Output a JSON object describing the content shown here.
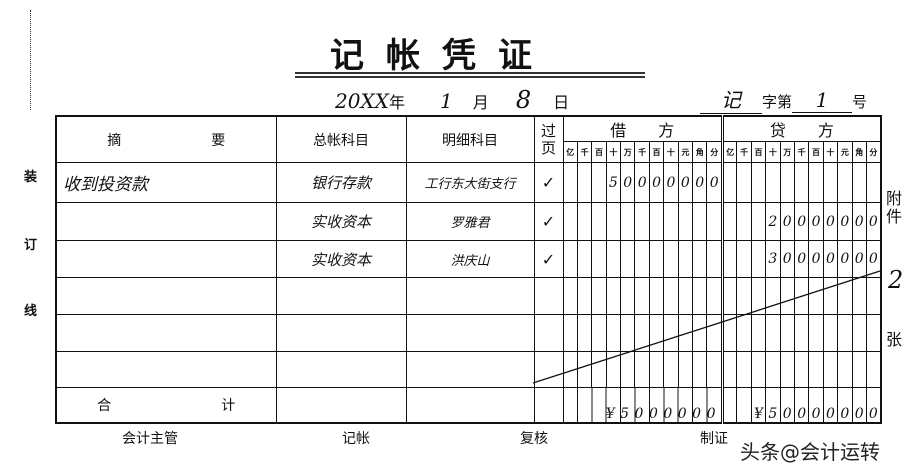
{
  "title": "记帐凭证",
  "date": {
    "year": "20XX",
    "year_label": "年",
    "month": "1",
    "month_label": "月",
    "day": "8",
    "day_label": "日"
  },
  "voucher_no": {
    "type": "记",
    "label_mid": "字第",
    "number": "1",
    "label_end": "号"
  },
  "headers": {
    "summary_a": "摘",
    "summary_b": "要",
    "general": "总帐科目",
    "detail": "明细科目",
    "posted": "过页",
    "debit": "借　　方",
    "credit": "贷　　方"
  },
  "units": [
    "亿",
    "千",
    "百",
    "十",
    "万",
    "千",
    "百",
    "十",
    "元",
    "角",
    "分"
  ],
  "rows": [
    {
      "summary": "收到投资款",
      "general": "银行存款",
      "detail": "工行东大街支行",
      "posted": "✓",
      "debit": "50000000",
      "credit": ""
    },
    {
      "summary": "",
      "general": "实收资本",
      "detail": "罗雅君",
      "posted": "✓",
      "debit": "",
      "credit": "20000000"
    },
    {
      "summary": "",
      "general": "实收资本",
      "detail": "洪庆山",
      "posted": "✓",
      "debit": "",
      "credit": "30000000"
    },
    {
      "summary": "",
      "general": "",
      "detail": "",
      "posted": "",
      "debit": "",
      "credit": ""
    },
    {
      "summary": "",
      "general": "",
      "detail": "",
      "posted": "",
      "debit": "",
      "credit": ""
    },
    {
      "summary": "",
      "general": "",
      "detail": "",
      "posted": "",
      "debit": "",
      "credit": ""
    }
  ],
  "total": {
    "label_a": "合",
    "label_b": "计",
    "debit": "¥5000000",
    "credit": "¥50000000"
  },
  "binding": [
    "装",
    "订",
    "线"
  ],
  "attachment": {
    "label": "附件",
    "count": "2",
    "unit": "张"
  },
  "footer": {
    "supervisor": "会计主管",
    "bookkeeper": "记帐",
    "reviewer": "复核",
    "preparer": "制证"
  },
  "watermark": "头条@会计运转"
}
